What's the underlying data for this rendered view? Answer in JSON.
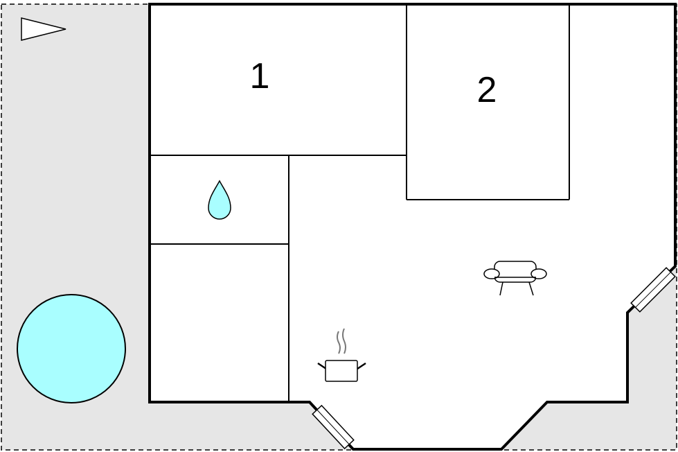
{
  "rooms": [
    {
      "id": "bedroom-1",
      "label": "1"
    },
    {
      "id": "bedroom-2",
      "label": "2"
    },
    {
      "id": "bathroom",
      "label": ""
    },
    {
      "id": "storage",
      "label": ""
    },
    {
      "id": "living-area",
      "label": ""
    }
  ],
  "icons": {
    "bathroom": "water-drop-icon",
    "kitchen": "cooking-pot-icon",
    "living": "sofa-icon",
    "north": "north-arrow-icon",
    "pool": "pool-icon"
  },
  "colors": {
    "terrace": "#e6e6e6",
    "pool": "#a9feff",
    "water": "#a9feff",
    "walls": "#000000",
    "rooms": "#ffffff"
  }
}
